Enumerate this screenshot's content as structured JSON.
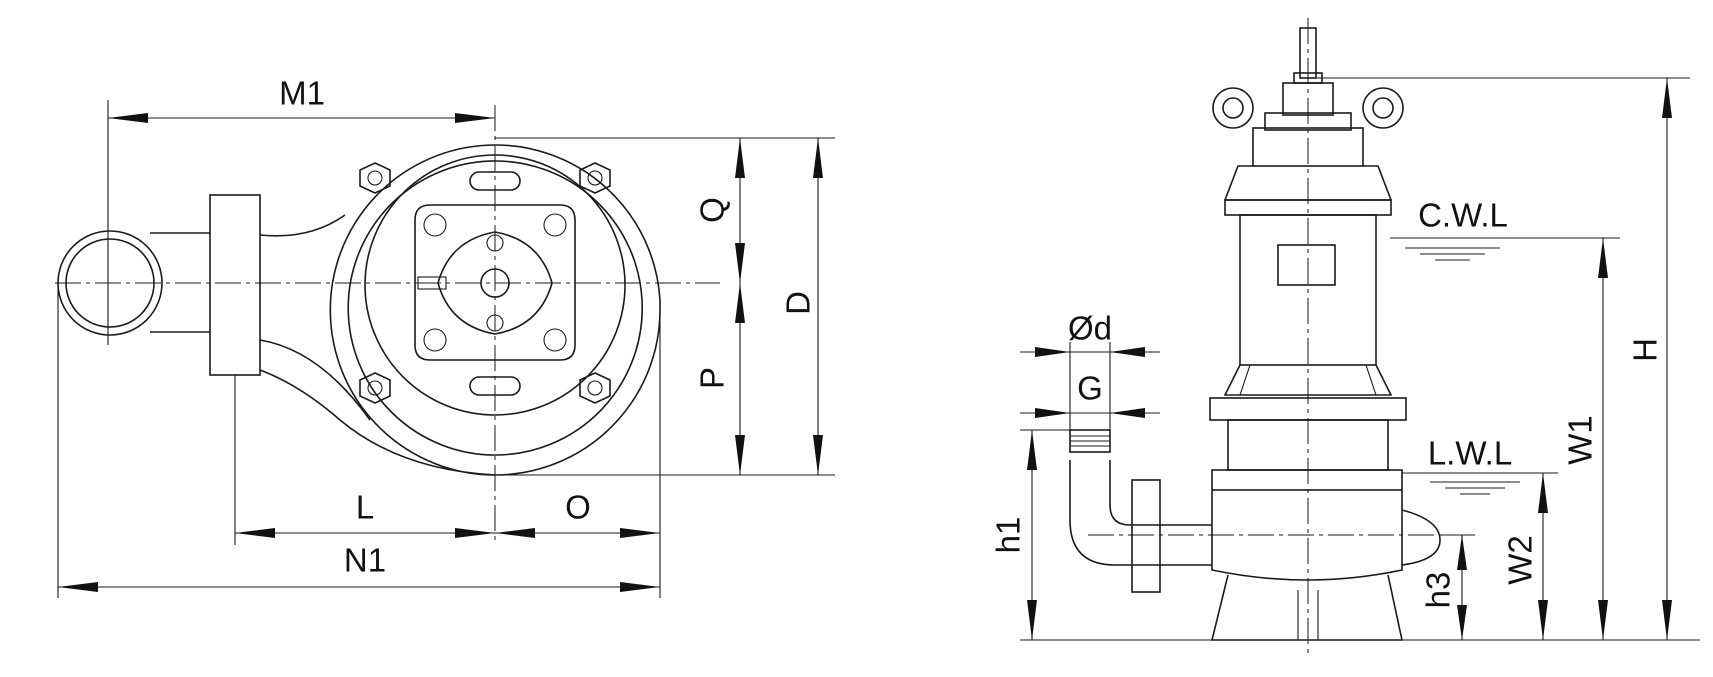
{
  "labels": {
    "M1": "M1",
    "Q": "Q",
    "D": "D",
    "P": "P",
    "L": "L",
    "O": "O",
    "N1": "N1",
    "phi_d": "Ød",
    "G": "G",
    "CWL": "C.W.L",
    "LWL": "L.W.L",
    "H": "H",
    "W1": "W1",
    "W2": "W2",
    "h1": "h1",
    "h3": "h3"
  }
}
